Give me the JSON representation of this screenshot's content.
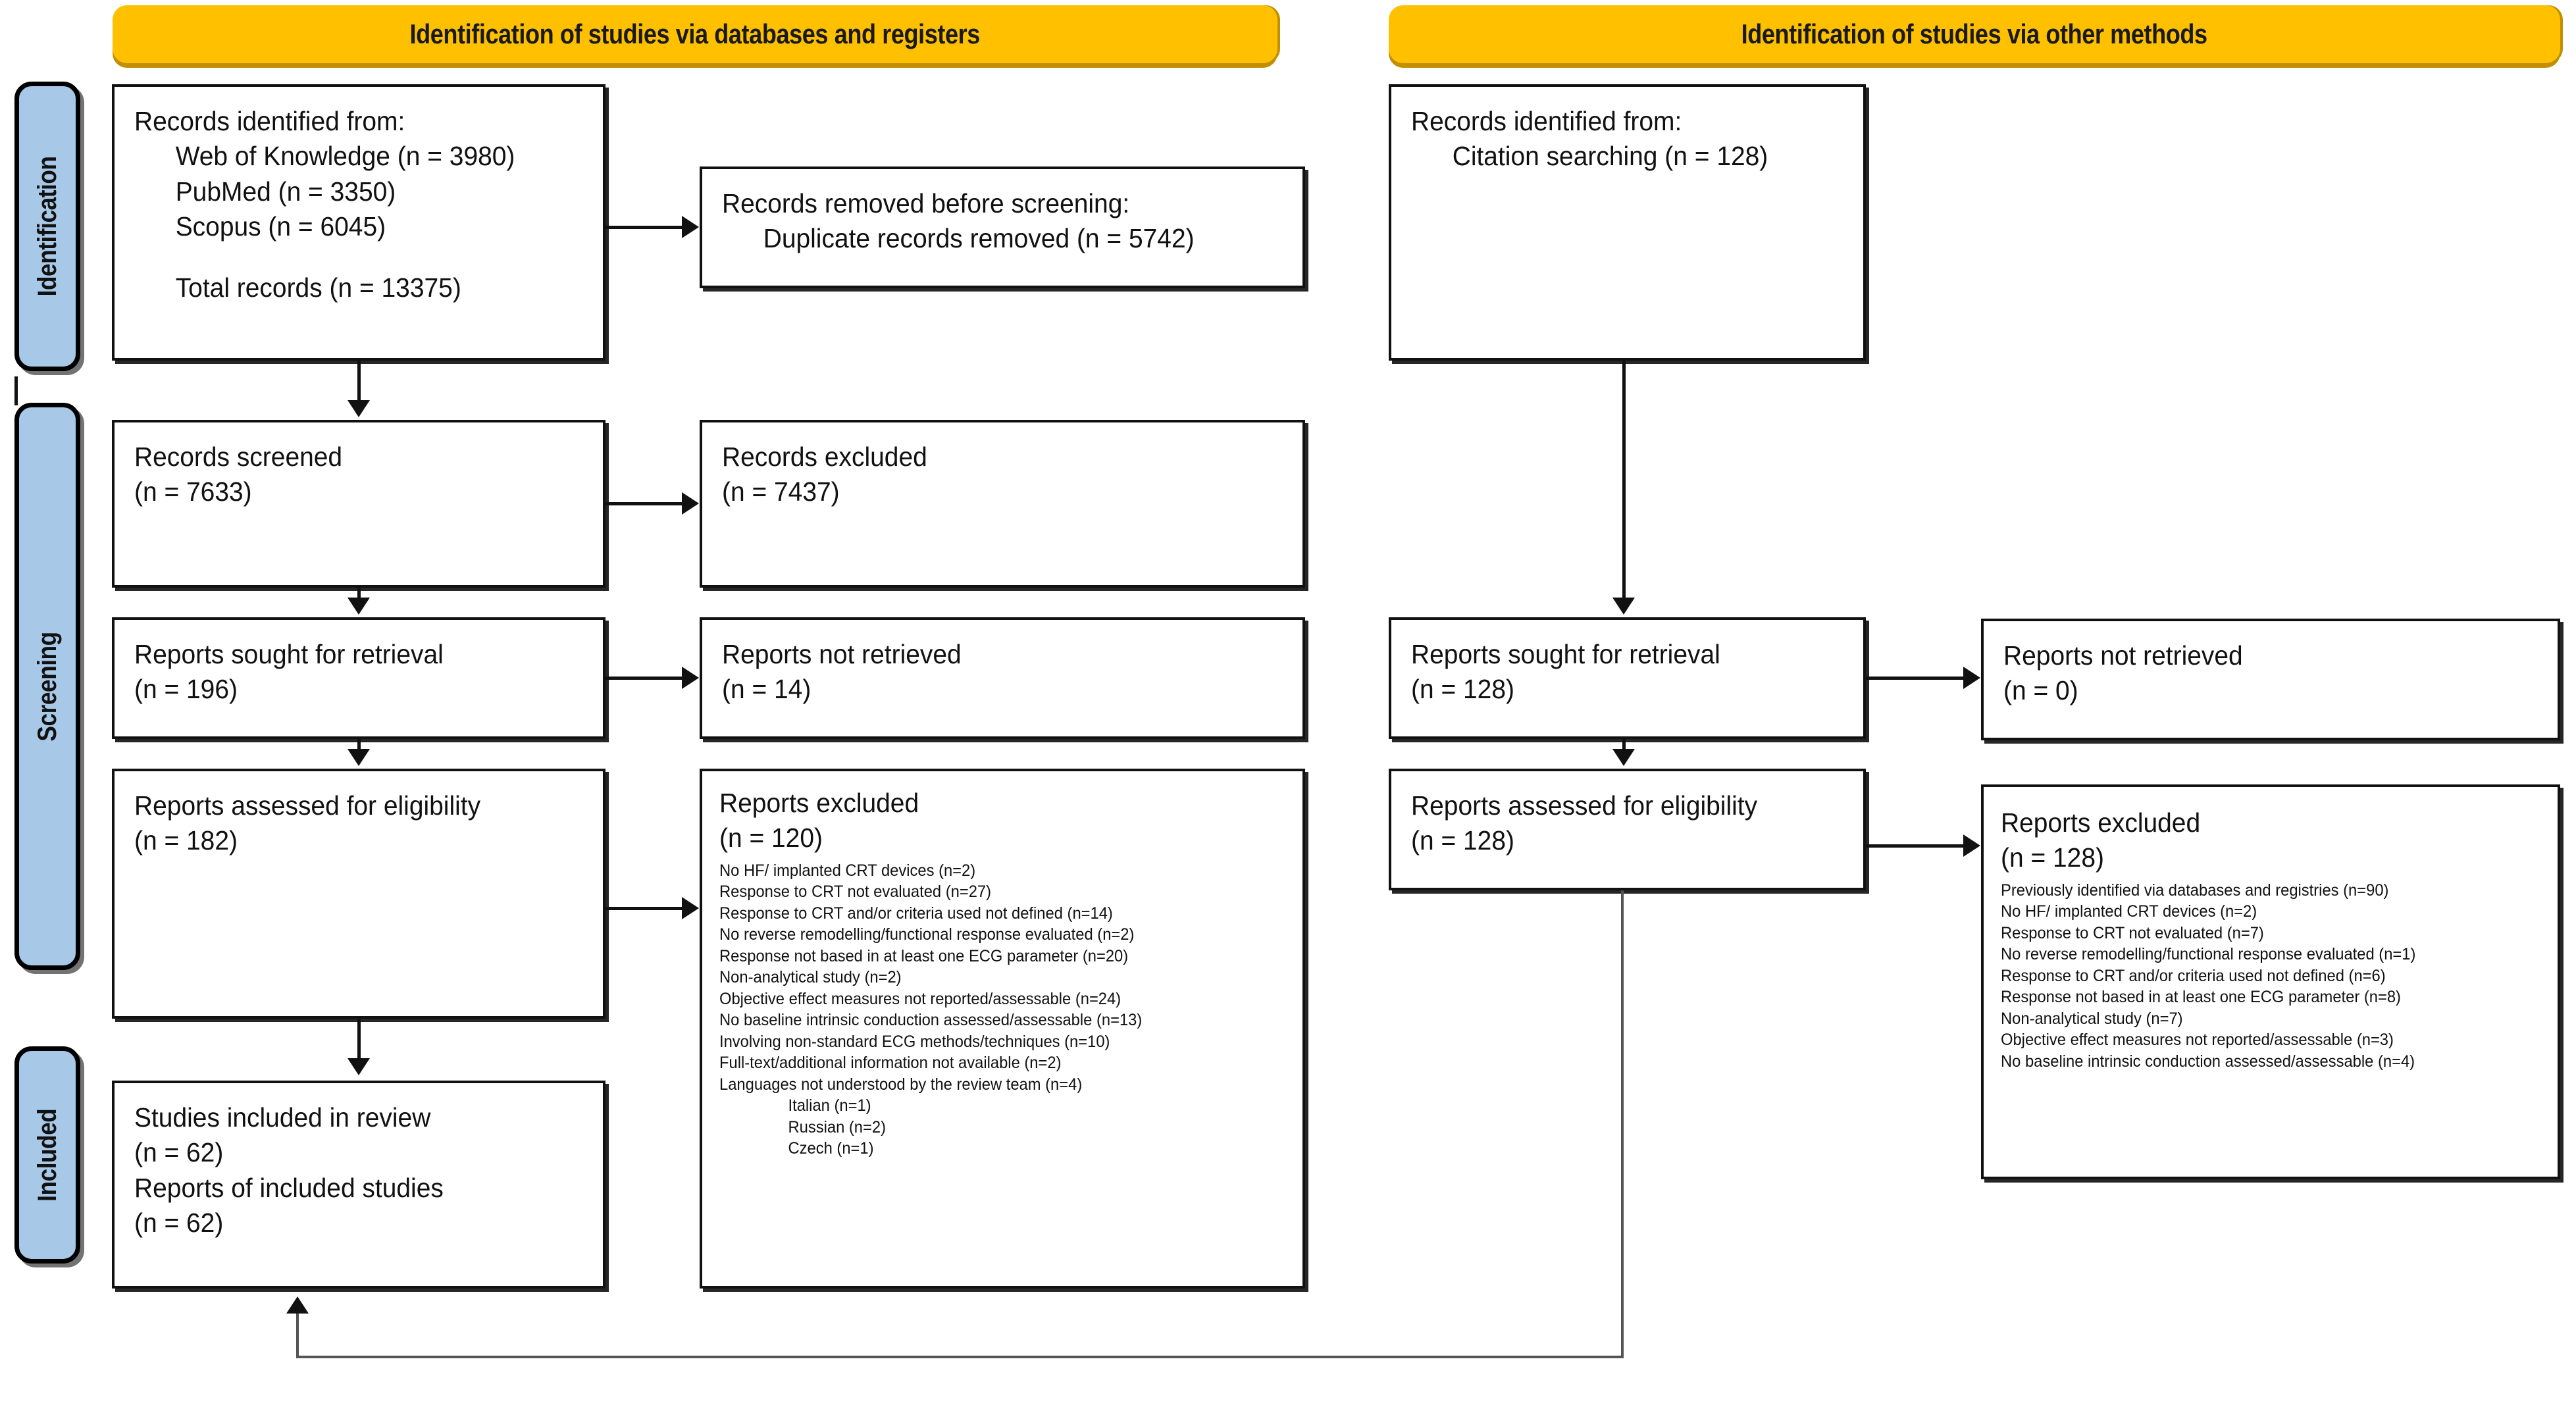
{
  "diagram": {
    "title": "PRISMA 2020 flow diagram",
    "colors": {
      "banner_fill": "#FFC000",
      "banner_shadow": "#C28F00",
      "stage_fill": "#A8C8E8",
      "box_border": "#111111",
      "box_fill": "#FFFFFF",
      "connector": "#111111"
    }
  },
  "banners": {
    "databases": "Identification of studies via databases and registers",
    "other": "Identification of studies via other methods"
  },
  "stages": {
    "identification": "Identification",
    "screening": "Screening",
    "included": "Included"
  },
  "left": {
    "records_identified": {
      "heading": "Records identified from:",
      "sources": [
        "Web of Knowledge  (n = 3980)",
        "PubMed (n = 3350)",
        "Scopus  (n = 6045)"
      ],
      "total": "Total records (n = 13375)"
    },
    "records_removed": {
      "heading": "Records removed before screening:",
      "items": [
        "Duplicate records removed  (n = 5742)"
      ]
    },
    "records_screened": {
      "label": "Records screened",
      "count": "(n = 7633)"
    },
    "records_excluded": {
      "label": "Records excluded",
      "count": "(n = 7437)"
    },
    "reports_sought": {
      "label": "Reports sought for retrieval",
      "count": "(n = 196)"
    },
    "reports_not_retrieved": {
      "label": "Reports not retrieved",
      "count": "(n = 14)"
    },
    "reports_assessed": {
      "label": "Reports assessed for eligibility",
      "count": "(n = 182)"
    },
    "reports_excluded": {
      "label": "Reports excluded",
      "count": "(n = 120)",
      "reasons": [
        "No HF/ implanted CRT devices (n=2)",
        "Response to CRT not evaluated (n=27)",
        "Response to CRT and/or criteria used not defined (n=14)",
        "No reverse remodelling/functional response evaluated (n=2)",
        "Response not based in at least one ECG parameter (n=20)",
        "Non-analytical study (n=2)",
        "Objective effect measures not reported/assessable (n=24)",
        "No baseline intrinsic conduction assessed/assessable (n=13)",
        "Involving non-standard ECG methods/techniques (n=10)",
        "Full-text/additional information not available (n=2)",
        "Languages not understood by the review team (n=4)"
      ],
      "sub_reasons": [
        "Italian (n=1)",
        "Russian (n=2)",
        "Czech (n=1)"
      ]
    },
    "studies_included": {
      "label": "Studies included in review",
      "count": "(n = 62)",
      "reports_label": "Reports of included studies",
      "reports_count": "(n = 62)"
    }
  },
  "right": {
    "records_identified": {
      "heading": "Records identified from:",
      "sources": [
        "Citation searching (n = 128)"
      ]
    },
    "reports_sought": {
      "label": "Reports sought for retrieval",
      "count": "(n = 128)"
    },
    "reports_not_retrieved": {
      "label": "Reports not retrieved",
      "count": "(n = 0)"
    },
    "reports_assessed": {
      "label": "Reports assessed for eligibility",
      "count": "(n = 128)"
    },
    "reports_excluded": {
      "label": "Reports excluded",
      "count": "(n = 128)",
      "reasons": [
        "Previously identified via databases and registries (n=90)",
        "No HF/ implanted CRT devices (n=2)",
        "Response to CRT not evaluated (n=7)",
        "No reverse remodelling/functional response evaluated (n=1)",
        "Response to CRT and/or criteria used not defined (n=6)",
        "Response not based in at least one ECG parameter (n=8)",
        "Non-analytical study (n=7)",
        "Objective effect measures not reported/assessable (n=3)",
        "No baseline intrinsic conduction assessed/assessable (n=4)"
      ]
    }
  }
}
